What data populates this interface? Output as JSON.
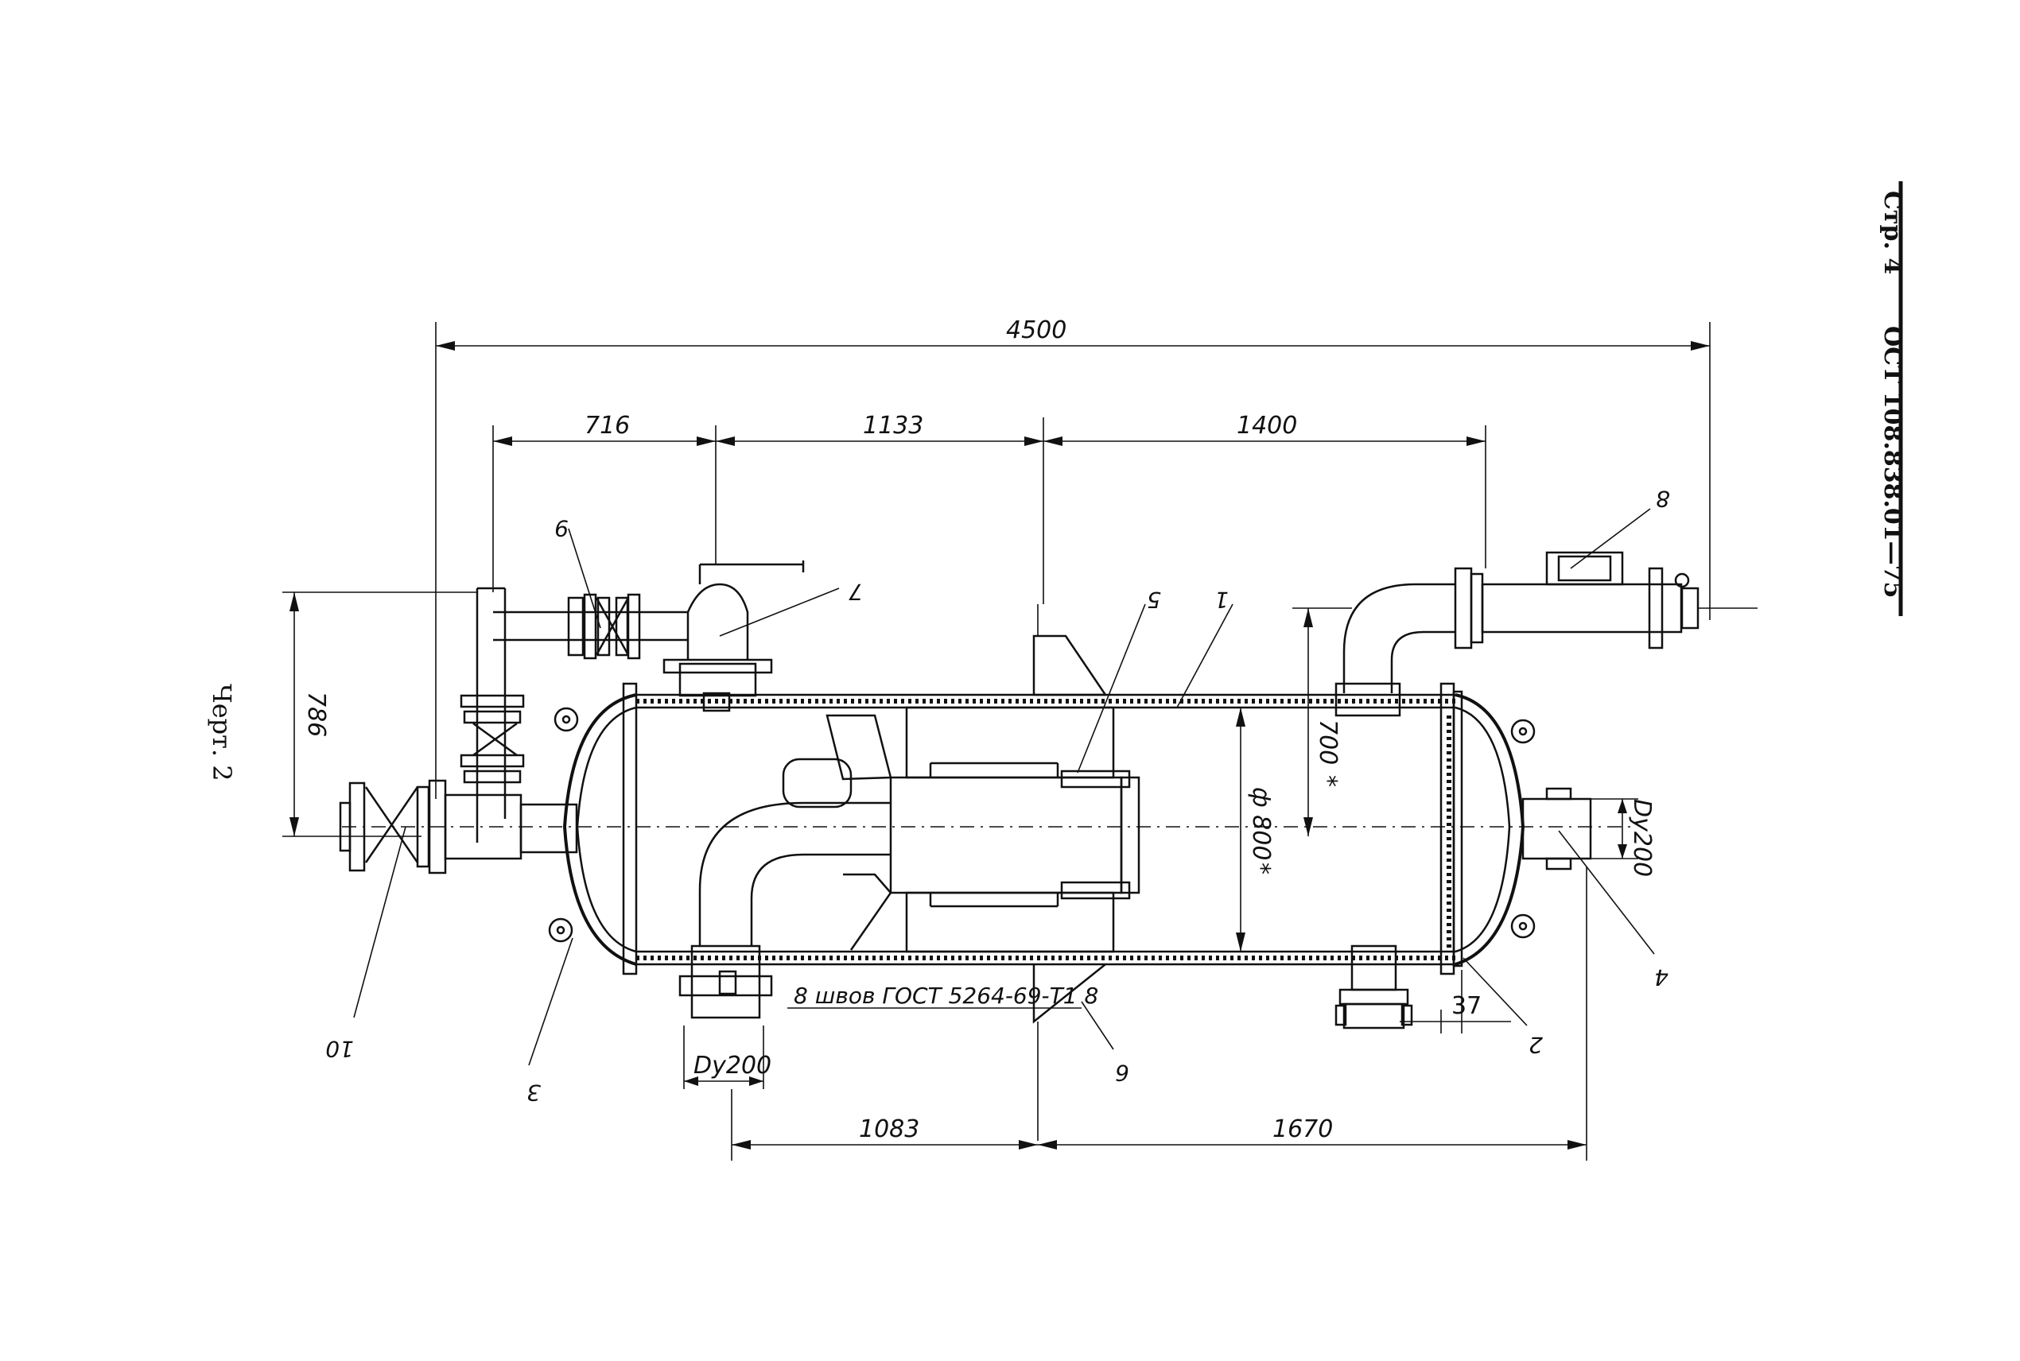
{
  "header": {
    "page_label": "Стр. 4",
    "standard": "ОСТ 108.838.01—75"
  },
  "caption": "Черт. 2",
  "dimensions": {
    "overall_length": "4500",
    "d716": "716",
    "d1133": "1133",
    "d1400": "1400",
    "d786": "786",
    "d700": "700",
    "d700_mark": "*",
    "dia800": "ф 800",
    "dia800_mark": "*",
    "dy200_right": "Dу200",
    "dy200_bottom": "Dу200",
    "d37": "37",
    "d1083": "1083",
    "d1670": "1670"
  },
  "weld_note": "8 швов ГОСТ 5264-69-Т1 8",
  "callouts": [
    "1",
    "2",
    "3",
    "4",
    "5",
    "6",
    "7",
    "8",
    "9",
    "10"
  ]
}
